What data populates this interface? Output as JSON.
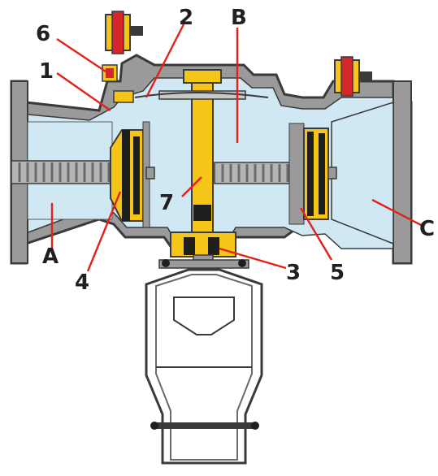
{
  "diagram": {
    "labels": {
      "l1": "1",
      "l2": "2",
      "l3": "3",
      "l4": "4",
      "l5": "5",
      "l6": "6",
      "l7": "7",
      "lA": "A",
      "lB": "B",
      "lC": "C"
    },
    "colors": {
      "body_fill": "#cfe8f3",
      "body_outline": "#3a3a3a",
      "grey_wall": "#9a9a9a",
      "yellow_part": "#f5c518",
      "red_part": "#d7262b",
      "leader_line": "#e32119",
      "label_text": "#231f20"
    }
  }
}
